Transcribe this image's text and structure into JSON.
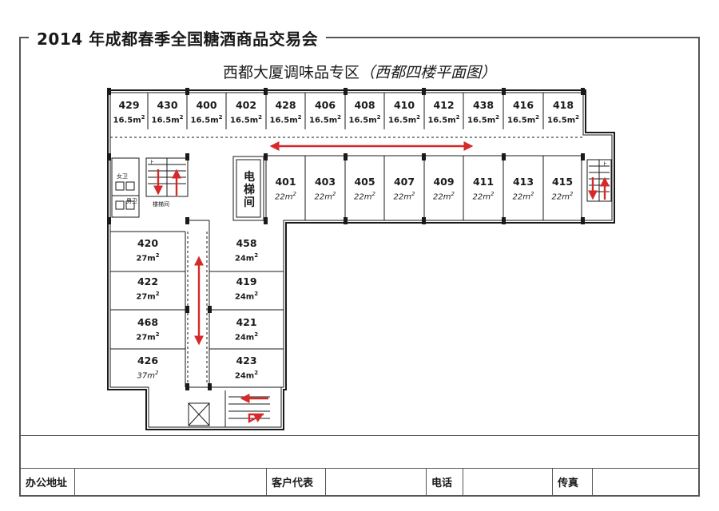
{
  "header": {
    "title": "2014 年成都春季全国糖酒商品交易会",
    "subtitle_main": "西都大厦调味品专区",
    "subtitle_paren": "（西都四楼平面图）"
  },
  "rooms_top": [
    {
      "num": "429",
      "area": "16.5m"
    },
    {
      "num": "430",
      "area": "16.5m"
    },
    {
      "num": "400",
      "area": "16.5m"
    },
    {
      "num": "402",
      "area": "16.5m"
    },
    {
      "num": "428",
      "area": "16.5m"
    },
    {
      "num": "406",
      "area": "16.5m"
    },
    {
      "num": "408",
      "area": "16.5m"
    },
    {
      "num": "410",
      "area": "16.5m"
    },
    {
      "num": "412",
      "area": "16.5m"
    },
    {
      "num": "438",
      "area": "16.5m"
    },
    {
      "num": "416",
      "area": "16.5m"
    },
    {
      "num": "418",
      "area": "16.5m"
    }
  ],
  "rooms_mid": [
    {
      "num": "401",
      "area": "22m"
    },
    {
      "num": "403",
      "area": "22m"
    },
    {
      "num": "405",
      "area": "22m"
    },
    {
      "num": "407",
      "area": "22m"
    },
    {
      "num": "409",
      "area": "22m"
    },
    {
      "num": "411",
      "area": "22m"
    },
    {
      "num": "413",
      "area": "22m"
    },
    {
      "num": "415",
      "area": "22m"
    }
  ],
  "rooms_left": [
    {
      "num": "420",
      "area": "27m"
    },
    {
      "num": "422",
      "area": "27m"
    },
    {
      "num": "468",
      "area": "27m"
    },
    {
      "num": "426",
      "area": "37m"
    }
  ],
  "rooms_right": [
    {
      "num": "458",
      "area": "24m"
    },
    {
      "num": "419",
      "area": "24m"
    },
    {
      "num": "421",
      "area": "24m"
    },
    {
      "num": "423",
      "area": "24m"
    }
  ],
  "area_sup": "2",
  "labels": {
    "women_restroom": "女卫",
    "men_restroom": "男卫",
    "stairwell": "楼梯间",
    "elevator": [
      "电",
      "梯",
      "间"
    ],
    "stair_up": "上"
  },
  "footer": {
    "office_address": "办公地址",
    "customer_rep": "客户代表",
    "phone": "电话",
    "fax": "传真"
  },
  "colors": {
    "arrow": "#d62a2a",
    "wall": "#1a1a1a",
    "frame": "#555555"
  }
}
